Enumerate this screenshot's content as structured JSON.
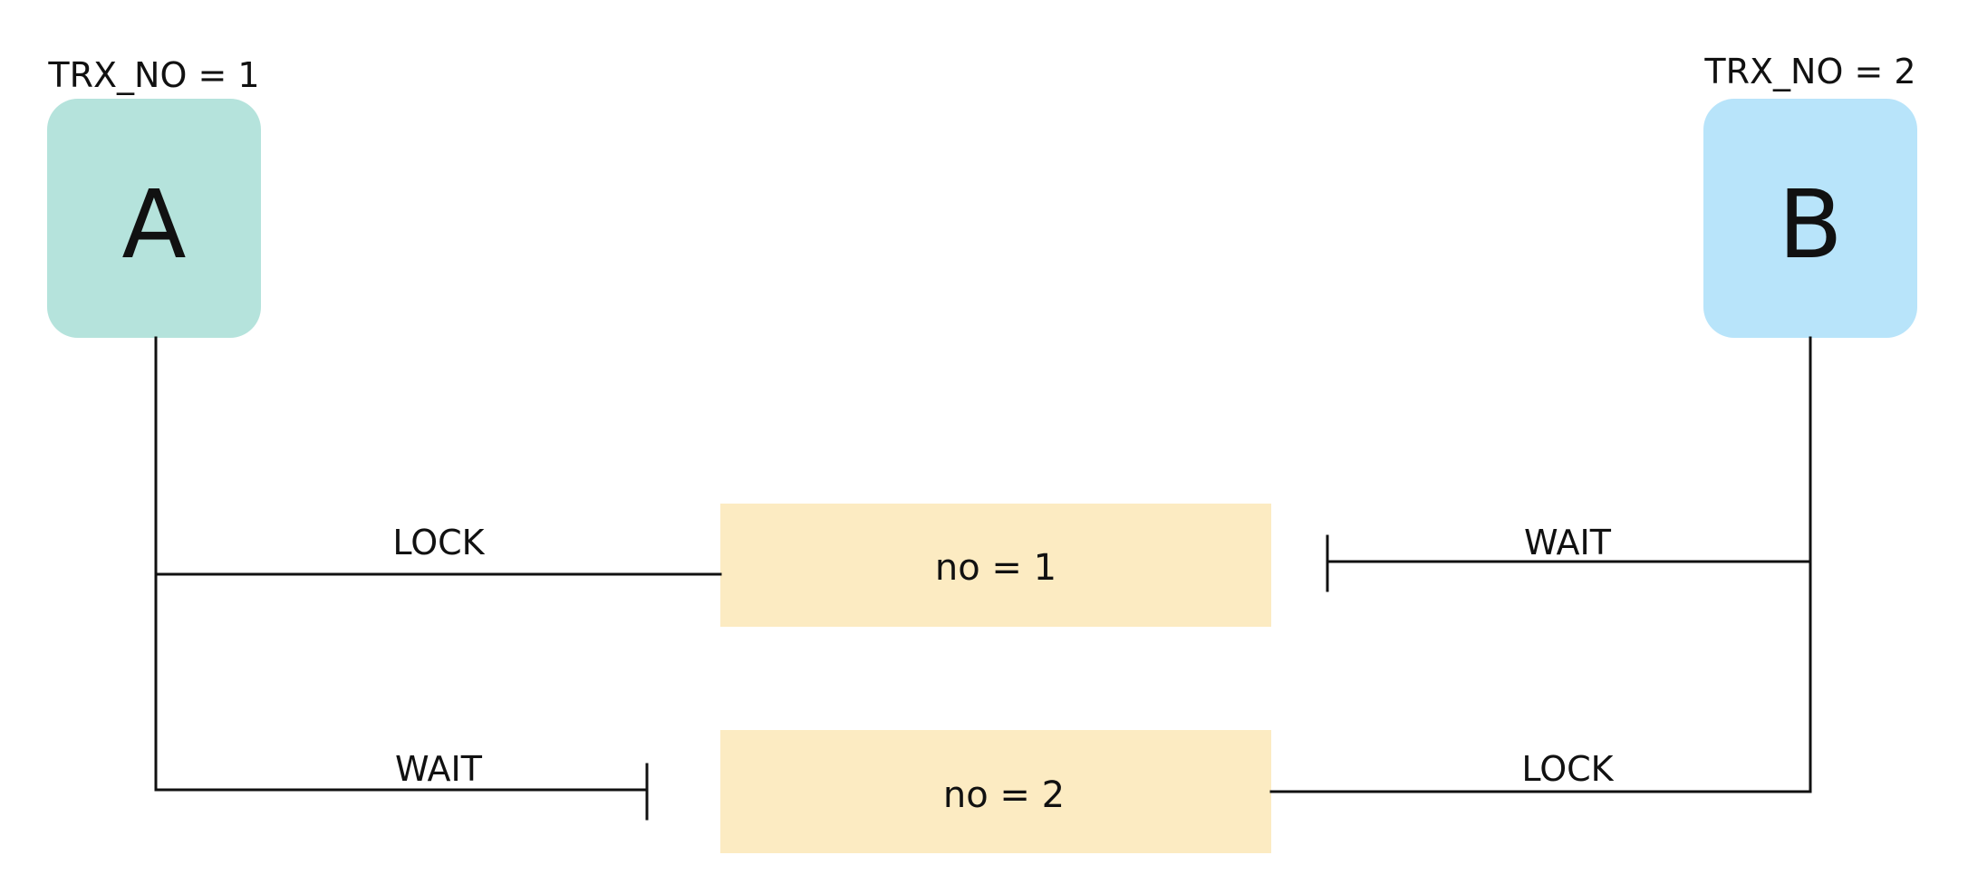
{
  "transactions": {
    "a": {
      "tag": "TRX_NO = 1",
      "name": "A"
    },
    "b": {
      "tag": "TRX_NO = 2",
      "name": "B"
    }
  },
  "records": {
    "row1": "no = 1",
    "row2": "no = 2"
  },
  "edges": {
    "a_row1": "LOCK",
    "a_row2": "WAIT",
    "b_row1": "WAIT",
    "b_row2": "LOCK"
  },
  "colors": {
    "transaction_a": "#B5E3DC",
    "transaction_b": "#B8E4FA",
    "record": "#FCEBC2",
    "line": "#111111"
  }
}
